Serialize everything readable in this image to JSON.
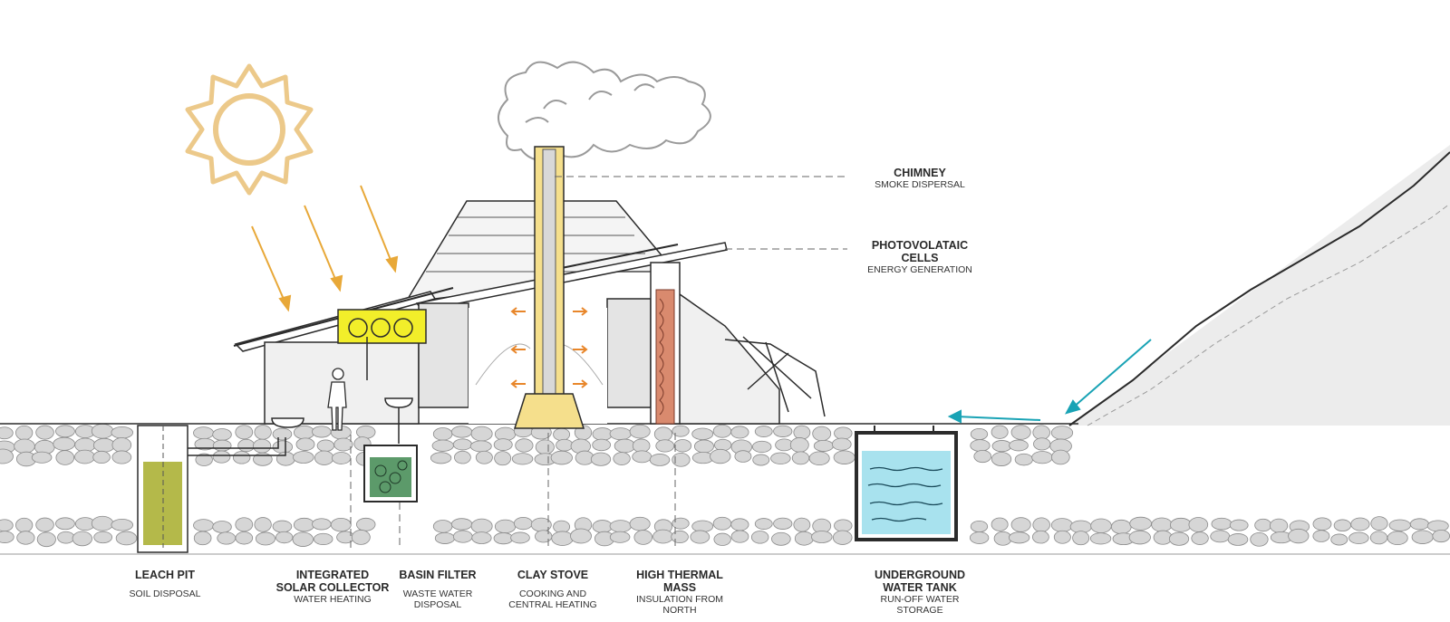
{
  "labels": {
    "chimney": {
      "title": "CHIMNEY",
      "sub": "SMOKE DISPERSAL"
    },
    "pv": {
      "title1": "PHOTOVOLATAIC",
      "title2": "CELLS",
      "sub": "ENERGY GENERATION"
    },
    "leach": {
      "title": "LEACH PIT",
      "sub": "SOIL DISPOSAL"
    },
    "solar": {
      "title1": "INTEGRATED",
      "title2": "SOLAR COLLECTOR",
      "sub": "WATER HEATING"
    },
    "basin": {
      "title": "BASIN FILTER",
      "sub1": "WASTE WATER",
      "sub2": "DISPOSAL"
    },
    "stove": {
      "title": "CLAY STOVE",
      "sub1": "COOKING AND",
      "sub2": "CENTRAL HEATING"
    },
    "mass": {
      "title1": "HIGH THERMAL",
      "title2": "MASS",
      "sub1": "INSULATION FROM",
      "sub2": "NORTH"
    },
    "tank": {
      "title1": "UNDERGROUND",
      "title2": "WATER TANK",
      "sub1": "RUN-OFF WATER",
      "sub2": "STORAGE"
    }
  },
  "colors": {
    "sun": "#ecc98a",
    "sun_ray": "#e8a838",
    "chimney": "#f5df8c",
    "solar_collector": "#f2ee2a",
    "leach_fluid": "#b4b94a",
    "basin_fluid": "#5c9a6a",
    "tank_water": "#a8e2ee",
    "heat_arrow": "#e8862a",
    "runoff_arrow": "#19a3b5",
    "thermal_mass": "#d98a6e",
    "stone": "#d6d6d6",
    "ink": "#2b2b2b"
  },
  "icons": [
    "sun-icon",
    "smoke-cloud-icon",
    "sun-ray-arrow-icon",
    "heat-flow-arrow-icon",
    "runoff-arrow-icon",
    "human-figure-icon"
  ]
}
